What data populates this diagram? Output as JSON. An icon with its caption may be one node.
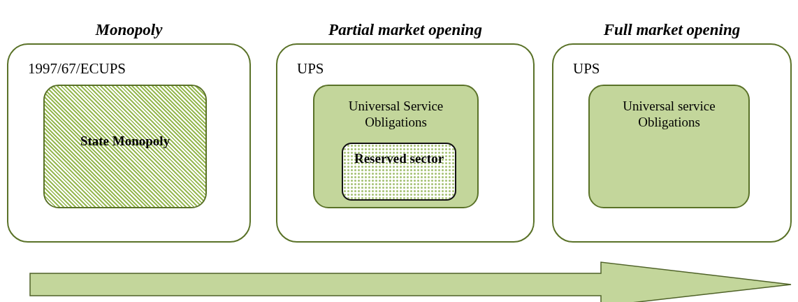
{
  "diagram": {
    "nodes": [
      {
        "text": [
          "Monopoly",
          "1997/67/ECUPS"
        ]
      },
      {
        "text": [
          "State Monopoly"
        ],
        "in": 0
      },
      {
        "text": [
          "Partial market opening",
          "UPS"
        ]
      },
      {
        "text": [
          "Universal Service Obligations"
        ],
        "in": 2
      },
      {
        "text": [
          "Reserved sector"
        ],
        "in": 3
      },
      {
        "text": [
          "Full market opening",
          "UPS"
        ]
      },
      {
        "text": [
          "Universal service Obligations"
        ],
        "in": 5
      }
    ]
  }
}
